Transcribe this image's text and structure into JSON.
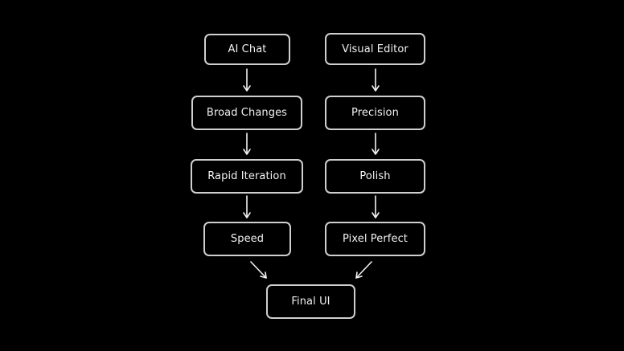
{
  "nodes": {
    "ai_chat": "AI Chat",
    "visual_editor": "Visual Editor",
    "broad_changes": "Broad Changes",
    "precision": "Precision",
    "rapid_iteration": "Rapid Iteration",
    "polish": "Polish",
    "speed": "Speed",
    "pixel_perfect": "Pixel Perfect",
    "final_ui": "Final UI"
  },
  "edges": [
    {
      "from": "AI Chat",
      "to": "Broad Changes"
    },
    {
      "from": "Broad Changes",
      "to": "Rapid Iteration"
    },
    {
      "from": "Rapid Iteration",
      "to": "Speed"
    },
    {
      "from": "Speed",
      "to": "Final UI"
    },
    {
      "from": "Visual Editor",
      "to": "Precision"
    },
    {
      "from": "Precision",
      "to": "Polish"
    },
    {
      "from": "Polish",
      "to": "Pixel Perfect"
    },
    {
      "from": "Pixel Perfect",
      "to": "Final UI"
    }
  ],
  "colors": {
    "background": "#000000",
    "node_border": "#cfcfcf",
    "text": "#f2f2f2",
    "arrow": "#f2f2f2"
  }
}
